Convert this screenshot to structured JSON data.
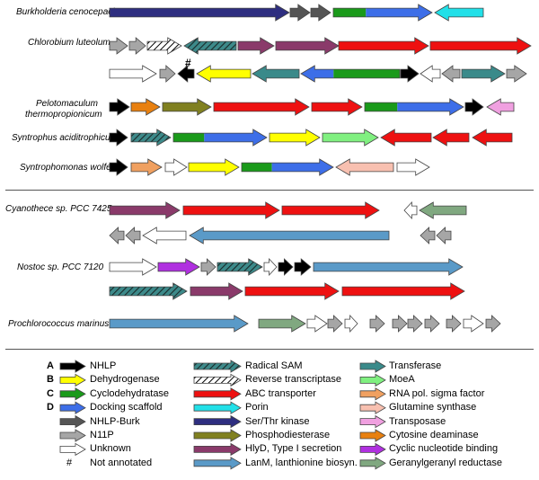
{
  "colors": {
    "NHLP": "#000000",
    "Dehydrogenase": "#ffff00",
    "Cyclodehydratase": "#1a9a1a",
    "Docking scaffold": "#3d6ee8",
    "NHLP-Burk": "#555555",
    "N11P": "#a6a6a6",
    "Unknown": "#ffffff",
    "Radical SAM": "#3d8a8a",
    "Reverse transcriptase": "#ffffff",
    "ABC transporter": "#ee1111",
    "Porin": "#22e0e8",
    "Ser/Thr kinase": "#2e2e80",
    "Phosphodiesterase": "#808020",
    "HlyD, Type I secretion": "#8a3a6a",
    "LanM, lanthionine biosyn.": "#5a9ac8",
    "Transferase": "#3a8a8a",
    "MoeA": "#80f080",
    "RNA pol. sigma factor": "#f0a060",
    "Glutamine synthase": "#f8c0b0",
    "Transposase": "#f0a0e0",
    "Cytosine deaminase": "#e88010",
    "Cyclic nucleotide binding": "#b030e0",
    "Geranylgeranyl reductase": "#80a880"
  },
  "organisms": [
    "Burkholderia cenocepacia",
    "Chlorobium luteolum",
    "Pelotomaculum",
    "thermopropionicum",
    "Syntrophus aciditrophicus",
    "Syntrophomonas wolfei",
    "Cyanothece sp. PCC 7425",
    "Nostoc sp. PCC 7120",
    "Prochlorococcus marinus"
  ],
  "annotation_marker": "#",
  "legend": {
    "col1": [
      {
        "letter": "A",
        "label": "NHLP",
        "type": "NHLP"
      },
      {
        "letter": "B",
        "label": "Dehydrogenase",
        "type": "Dehydrogenase"
      },
      {
        "letter": "C",
        "label": "Cyclodehydratase",
        "type": "Cyclodehydratase"
      },
      {
        "letter": "D",
        "label": "Docking scaffold",
        "type": "Docking scaffold"
      },
      {
        "letter": "",
        "label": "NHLP-Burk",
        "type": "NHLP-Burk"
      },
      {
        "letter": "",
        "label": "N11P",
        "type": "N11P"
      },
      {
        "letter": "",
        "label": "Unknown",
        "type": "Unknown"
      }
    ],
    "col1_note": {
      "symbol": "#",
      "label": "Not annotated"
    },
    "col2": [
      {
        "label": "Radical SAM",
        "type": "Radical SAM"
      },
      {
        "label": "Reverse transcriptase",
        "type": "Reverse transcriptase"
      },
      {
        "label": "ABC transporter",
        "type": "ABC transporter"
      },
      {
        "label": "Porin",
        "type": "Porin"
      },
      {
        "label": "Ser/Thr kinase",
        "type": "Ser/Thr kinase"
      },
      {
        "label": "Phosphodiesterase",
        "type": "Phosphodiesterase"
      },
      {
        "label": "HlyD, Type I secretion",
        "type": "HlyD, Type I secretion"
      },
      {
        "label": "LanM, lanthionine biosyn.",
        "type": "LanM, lanthionine biosyn."
      }
    ],
    "col3": [
      {
        "label": "Transferase",
        "type": "Transferase"
      },
      {
        "label": "MoeA",
        "type": "MoeA"
      },
      {
        "label": "RNA pol. sigma factor",
        "type": "RNA pol. sigma factor"
      },
      {
        "label": "Glutamine synthase",
        "type": "Glutamine synthase"
      },
      {
        "label": "Transposase",
        "type": "Transposase"
      },
      {
        "label": "Cytosine deaminase",
        "type": "Cytosine deaminase"
      },
      {
        "label": "Cyclic nucleotide binding",
        "type": "Cyclic nucleotide binding"
      },
      {
        "label": "Geranylgeranyl reductase",
        "type": "Geranylgeranyl reductase"
      }
    ]
  },
  "clusters": [
    {
      "organism": "Burkholderia cenocepacia",
      "genes": [
        {
          "type": "Ser/Thr kinase",
          "dir": "+"
        },
        {
          "type": "NHLP-Burk",
          "dir": "+"
        },
        {
          "type": "NHLP-Burk",
          "dir": "+"
        },
        {
          "type": "Cyclodehydratase+Docking scaffold",
          "dir": "+"
        },
        {
          "type": "Porin",
          "dir": "-"
        }
      ]
    },
    {
      "organism": "Chlorobium luteolum",
      "genes": [
        {
          "type": "N11P",
          "dir": "+"
        },
        {
          "type": "N11P",
          "dir": "+"
        },
        {
          "type": "Reverse transcriptase",
          "dir": "+"
        },
        {
          "type": "Radical SAM",
          "dir": "-"
        },
        {
          "type": "HlyD, Type I secretion",
          "dir": "+"
        },
        {
          "type": "HlyD, Type I secretion",
          "dir": "+"
        },
        {
          "type": "ABC transporter",
          "dir": "+"
        },
        {
          "type": "ABC transporter",
          "dir": "+"
        },
        {
          "type": "Unknown",
          "dir": "+"
        },
        {
          "type": "N11P",
          "dir": "+"
        },
        {
          "type": "NHLP",
          "dir": "-",
          "note": "#"
        },
        {
          "type": "Dehydrogenase",
          "dir": "-"
        },
        {
          "type": "Transferase",
          "dir": "-"
        },
        {
          "type": "Docking scaffold+Cyclodehydratase",
          "dir": "-"
        },
        {
          "type": "NHLP",
          "dir": "+"
        },
        {
          "type": "Unknown",
          "dir": "-"
        },
        {
          "type": "N11P",
          "dir": "-"
        },
        {
          "type": "Transferase",
          "dir": "+"
        },
        {
          "type": "N11P",
          "dir": "+"
        }
      ]
    },
    {
      "organism": "Pelotomaculum thermopropionicum",
      "genes": [
        {
          "type": "NHLP",
          "dir": "+"
        },
        {
          "type": "Cytosine deaminase",
          "dir": "+"
        },
        {
          "type": "Phosphodiesterase",
          "dir": "+"
        },
        {
          "type": "ABC transporter",
          "dir": "+"
        },
        {
          "type": "ABC transporter",
          "dir": "+"
        },
        {
          "type": "Cyclodehydratase+Docking scaffold",
          "dir": "+"
        },
        {
          "type": "NHLP",
          "dir": "+"
        },
        {
          "type": "Transposase",
          "dir": "-"
        }
      ]
    },
    {
      "organism": "Syntrophus aciditrophicus",
      "genes": [
        {
          "type": "NHLP",
          "dir": "+"
        },
        {
          "type": "Radical SAM",
          "dir": "+"
        },
        {
          "type": "Cyclodehydratase+Docking scaffold",
          "dir": "+"
        },
        {
          "type": "Dehydrogenase",
          "dir": "+"
        },
        {
          "type": "MoeA",
          "dir": "+"
        },
        {
          "type": "ABC transporter",
          "dir": "-"
        },
        {
          "type": "ABC transporter",
          "dir": "-"
        },
        {
          "type": "ABC transporter",
          "dir": "-"
        }
      ]
    },
    {
      "organism": "Syntrophomonas wolfei",
      "genes": [
        {
          "type": "NHLP",
          "dir": "+"
        },
        {
          "type": "RNA pol. sigma factor",
          "dir": "+"
        },
        {
          "type": "Unknown",
          "dir": "+"
        },
        {
          "type": "Dehydrogenase",
          "dir": "+"
        },
        {
          "type": "Cyclodehydratase+Docking scaffold",
          "dir": "+"
        },
        {
          "type": "Glutamine synthase",
          "dir": "-"
        },
        {
          "type": "Unknown",
          "dir": "+"
        }
      ]
    },
    {
      "organism": "Cyanothece sp. PCC 7425",
      "genes": [
        {
          "type": "HlyD, Type I secretion",
          "dir": "+"
        },
        {
          "type": "ABC transporter",
          "dir": "+"
        },
        {
          "type": "ABC transporter",
          "dir": "+"
        },
        {
          "type": "Unknown",
          "dir": "-"
        },
        {
          "type": "Geranylgeranyl reductase",
          "dir": "-"
        },
        {
          "type": "N11P",
          "dir": "-"
        },
        {
          "type": "N11P",
          "dir": "-"
        },
        {
          "type": "Unknown",
          "dir": "-"
        },
        {
          "type": "LanM, lanthionine biosyn.",
          "dir": "-"
        },
        {
          "type": "N11P",
          "dir": "-"
        },
        {
          "type": "N11P",
          "dir": "-"
        }
      ]
    },
    {
      "organism": "Nostoc sp. PCC 7120",
      "genes": [
        {
          "type": "Unknown",
          "dir": "+"
        },
        {
          "type": "Cyclic nucleotide binding",
          "dir": "+"
        },
        {
          "type": "N11P",
          "dir": "+"
        },
        {
          "type": "Radical SAM",
          "dir": "+"
        },
        {
          "type": "Unknown",
          "dir": "+"
        },
        {
          "type": "NHLP",
          "dir": "+"
        },
        {
          "type": "NHLP",
          "dir": "+"
        },
        {
          "type": "LanM, lanthionine biosyn.",
          "dir": "+"
        },
        {
          "type": "Radical SAM",
          "dir": "+"
        },
        {
          "type": "HlyD, Type I secretion",
          "dir": "+"
        },
        {
          "type": "ABC transporter",
          "dir": "+"
        },
        {
          "type": "ABC transporter",
          "dir": "+"
        }
      ]
    },
    {
      "organism": "Prochlorococcus marinus",
      "genes": [
        {
          "type": "LanM, lanthionine biosyn.",
          "dir": "+"
        },
        {
          "type": "Geranylgeranyl reductase",
          "dir": "+"
        },
        {
          "type": "Unknown",
          "dir": "+"
        },
        {
          "type": "N11P",
          "dir": "+"
        },
        {
          "type": "Unknown",
          "dir": "+"
        },
        {
          "type": "N11P",
          "dir": "+"
        },
        {
          "type": "N11P",
          "dir": "+"
        },
        {
          "type": "N11P",
          "dir": "+"
        },
        {
          "type": "N11P",
          "dir": "+"
        },
        {
          "type": "N11P",
          "dir": "+"
        },
        {
          "type": "Unknown",
          "dir": "+"
        },
        {
          "type": "N11P",
          "dir": "+"
        }
      ]
    }
  ]
}
